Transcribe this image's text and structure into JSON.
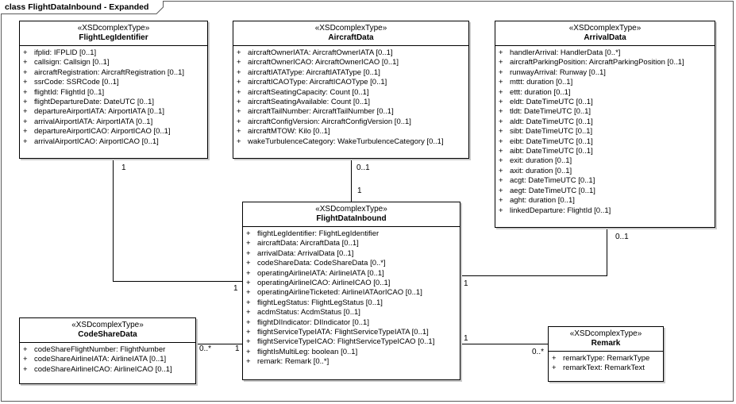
{
  "frame": {
    "title": "class FlightDataInbound - Expanded"
  },
  "classes": {
    "flight_leg_identifier": {
      "stereotype": "«XSDcomplexType»",
      "name": "FlightLegIdentifier",
      "attributes": [
        "ifplid: IFPLID [0..1]",
        "callsign: Callsign [0..1]",
        "aircraftRegistration: AircraftRegistration [0..1]",
        "ssrCode: SSRCode [0..1]",
        "flightId: FlightId [0..1]",
        "flightDepartureDate: DateUTC [0..1]",
        "departureAirportIATA: AirportIATA [0..1]",
        "arrivalAirportIATA: AirportIATA [0..1]",
        "departureAirportICAO: AirportICAO [0..1]",
        "arrivalAirportICAO: AirportICAO [0..1]"
      ]
    },
    "aircraft_data": {
      "stereotype": "«XSDcomplexType»",
      "name": "AircraftData",
      "attributes": [
        "aircraftOwnerIATA: AircraftOwnerIATA [0..1]",
        "aircraftOwnerICAO: AircraftOwnerICAO [0..1]",
        "aircraftIATAType: AircraftIATAType [0..1]",
        "aircraftICAOType: AircraftICAOType [0..1]",
        "aircraftSeatingCapacity: Count [0..1]",
        "aircraftSeatingAvailable: Count [0..1]",
        "aircraftTailNumber: AircraftTailNumber [0..1]",
        "aircraftConfigVersion: AircraftConfigVersion [0..1]",
        "aircraftMTOW: Kilo [0..1]",
        "wakeTurbulenceCategory: WakeTurbulenceCategory [0..1]"
      ]
    },
    "arrival_data": {
      "stereotype": "«XSDcomplexType»",
      "name": "ArrivalData",
      "attributes": [
        "handlerArrival: HandlerData [0..*]",
        "aircraftParkingPosition: AircraftParkingPosition [0..1]",
        "runwayArrival: Runway [0..1]",
        "mttt: duration [0..1]",
        "ettt: duration [0..1]",
        "eldt: DateTimeUTC [0..1]",
        "tldt: DateTimeUTC [0..1]",
        "aldt: DateTimeUTC [0..1]",
        "sibt: DateTimeUTC [0..1]",
        "eibt: DateTimeUTC [0..1]",
        "aibt: DateTimeUTC [0..1]",
        "exit: duration [0..1]",
        "axit: duration [0..1]",
        "acgt: DateTimeUTC [0..1]",
        "aegt: DateTimeUTC [0..1]",
        "aght: duration [0..1]",
        "linkedDeparture: FlightId [0..1]"
      ]
    },
    "flight_data_inbound": {
      "stereotype": "«XSDcomplexType»",
      "name": "FlightDataInbound",
      "attributes": [
        "flightLegIdentifier: FlightLegIdentifier",
        "aircraftData: AircraftData [0..1]",
        "arrivalData: ArrivalData [0..1]",
        "codeShareData: CodeShareData [0..*]",
        "operatingAirlineIATA: AirlineIATA [0..1]",
        "operatingAirlineICAO: AirlineICAO [0..1]",
        "operatingAirlineTicketed: AirlineIATAorICAO [0..1]",
        "flightLegStatus: FlightLegStatus [0..1]",
        "acdmStatus: AcdmStatus [0..1]",
        "flightDIIndicator: DIIndicator [0..1]",
        "flightServiceTypeIATA: FlightServiceTypeIATA [0..1]",
        "flightServiceTypeICAO: FlightServiceTypeICAO [0..1]",
        "flightIsMultiLeg: boolean [0..1]",
        "remark: Remark [0..*]"
      ]
    },
    "code_share_data": {
      "stereotype": "«XSDcomplexType»",
      "name": "CodeShareData",
      "attributes": [
        "codeShareFlightNumber: FlightNumber",
        "codeShareAirlineIATA: AirlineIATA [0..1]",
        "codeShareAirlineICAO: AirlineICAO [0..1]"
      ]
    },
    "remark": {
      "stereotype": "«XSDcomplexType»",
      "name": "Remark",
      "attributes": [
        "remarkType: RemarkType",
        "remarkText: RemarkText"
      ]
    }
  },
  "multiplicities": {
    "flight_leg_identifier_end": "1",
    "flight_leg_identifier_inbound_end": "1",
    "aircraft_data_end": "0..1",
    "aircraft_data_inbound_end": "1",
    "arrival_data_end": "0..1",
    "arrival_data_inbound_end": "1",
    "code_share_data_end": "0..*",
    "code_share_data_inbound_end": "1",
    "remark_end": "0..*",
    "remark_inbound_end": "1"
  },
  "attribute_marker": "+"
}
